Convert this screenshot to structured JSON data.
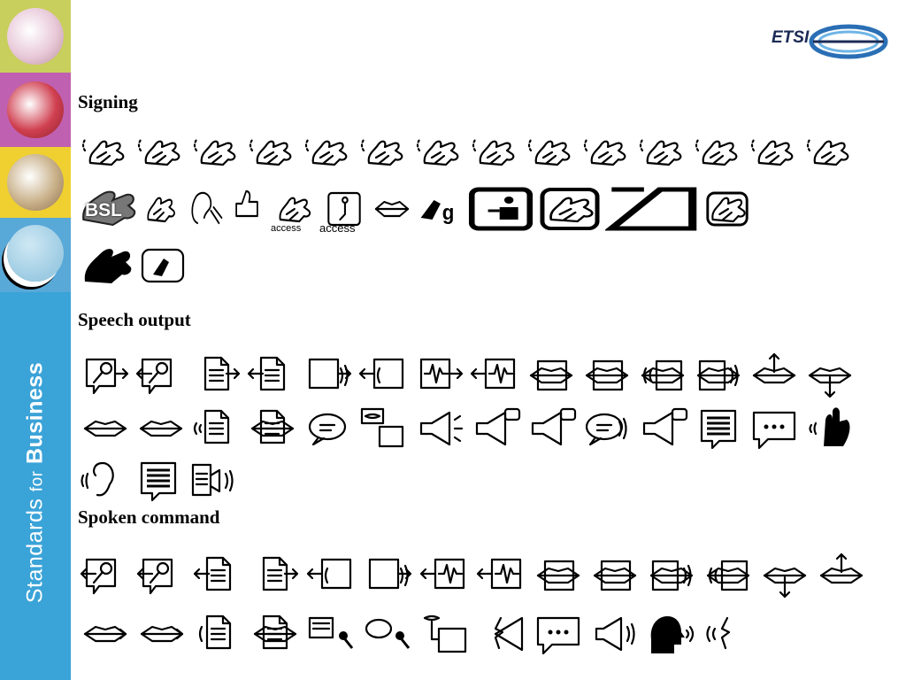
{
  "branding": {
    "logo_text": "ETSI",
    "sidebar_tagline_bold": "Business",
    "sidebar_tagline_light_1": "Standards",
    "sidebar_tagline_light_2": "for"
  },
  "sections": [
    {
      "heading": "Signing"
    },
    {
      "heading": "Speech output"
    },
    {
      "heading": "Spoken command"
    }
  ],
  "signing_labels": {
    "bsl": "BSL",
    "access_1": "access",
    "access_2": "access"
  },
  "colors": {
    "tile_1": "#c9cf5c",
    "tile_2": "#c060b0",
    "tile_3": "#f0d030",
    "tile_4": "#58a8d8",
    "sidebar": "#3aa3d8",
    "logo": "#1b2a55"
  },
  "icon_groups": [
    {
      "section": "signing",
      "icons": [
        "hands-signing-icon",
        "hands-signing-icon",
        "hands-signing-icon",
        "hands-signing-icon",
        "hands-signing-icon",
        "hands-signing-icon",
        "hands-signing-icon",
        "hands-signing-icon",
        "hands-signing-icon",
        "hands-signing-icon",
        "hands-signing-icon",
        "hands-signing-icon",
        "hands-signing-icon",
        "hands-signing-icon"
      ]
    },
    {
      "section": "signing",
      "icons": [
        "bsl-hands-icon",
        "hand-sign-icon",
        "ear-hand-icon",
        "thumb-access-icon",
        "hands-access-icon",
        "tv-person-icon",
        "lips-icon",
        "hand-letter-g-icon",
        "tv-interpreter-icon",
        "tv-signing-icon",
        "blank-screen-icon",
        "tv-hands-icon"
      ]
    },
    {
      "section": "signing",
      "icons": [
        "black-hands-icon",
        "tv-hand-icon"
      ]
    },
    {
      "section": "speech",
      "icons": [
        "mic-bubble-out-icon",
        "mic-bubble-in-icon",
        "doc-out-icon",
        "doc-in-icon",
        "sound-out-icon",
        "sound-in-icon",
        "wave-out-icon",
        "wave-in-icon",
        "lips-box-out-icon",
        "lips-box-in-icon",
        "sound-lips-box-icon",
        "lips-box-sound-icon",
        "lips-arrow-up-icon",
        "lips-arrow-down-icon"
      ]
    },
    {
      "section": "speech",
      "icons": [
        "lips-icon",
        "lips-icon",
        "doc-sound-icon",
        "doc-lips-icon",
        "speech-bubble-icon",
        "face-box-icon",
        "megaphone-icon",
        "megaphone-bubble-icon",
        "megaphone-bubble-icon",
        "speech-bubble-sound-icon",
        "megaphone-bubble-icon",
        "text-bubble-icon",
        "chat-bubble-dots-icon",
        "hand-ear-sound-icon"
      ]
    },
    {
      "section": "speech",
      "icons": [
        "ear-sound-icon",
        "text-bubble-icon",
        "doc-speaker-icon"
      ]
    },
    {
      "section": "command",
      "icons": [
        "mic-bubble-in-icon",
        "mic-bubble-in-icon",
        "doc-in-icon",
        "doc-out-icon",
        "sound-in-icon",
        "sound-out-icon",
        "wave-in-icon",
        "wave-in-icon",
        "lips-box-in-icon",
        "lips-box-out-icon",
        "lips-box-sound-icon",
        "sound-lips-box-icon",
        "lips-arrow-down-icon",
        "lips-arrow-up-icon"
      ]
    },
    {
      "section": "command",
      "icons": [
        "lips-arrow-icon",
        "lips-arrow-icon",
        "doc-lips-sound-icon",
        "doc-lips-icon",
        "text-mic-icon",
        "bubble-mic-icon",
        "lips-device-icon",
        "face-megaphone-icon",
        "chat-bubble-dots-icon",
        "megaphone-sound-icon",
        "head-speaking-icon",
        "face-sound-icon"
      ]
    }
  ]
}
